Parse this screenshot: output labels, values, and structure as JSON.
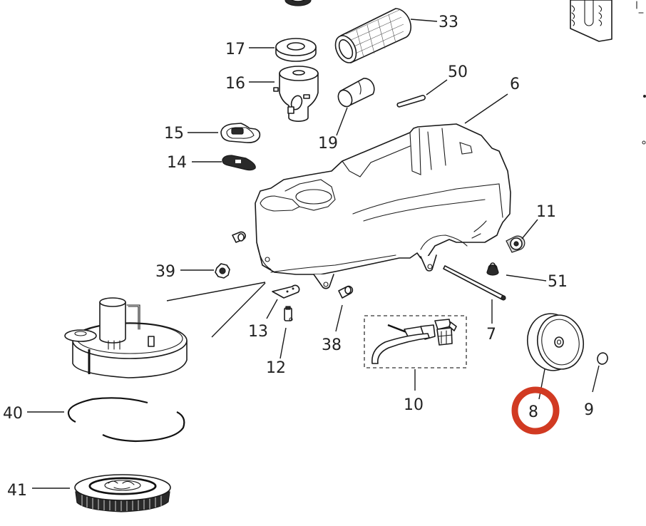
{
  "diagram": {
    "title": "Exploded parts diagram",
    "highlight_color": "#d13a22",
    "highlighted_part": "8",
    "parts": [
      {
        "id": "33",
        "label": "33",
        "name": "filter-cartridge"
      },
      {
        "id": "17",
        "label": "17",
        "name": "motor-gasket-ring"
      },
      {
        "id": "16",
        "label": "16",
        "name": "vacuum-motor"
      },
      {
        "id": "50",
        "label": "50",
        "name": "pin"
      },
      {
        "id": "6",
        "label": "6",
        "name": "main-body-housing"
      },
      {
        "id": "19",
        "label": "19",
        "name": "hose-connector"
      },
      {
        "id": "15",
        "label": "15",
        "name": "gasket-frame"
      },
      {
        "id": "14",
        "label": "14",
        "name": "pad"
      },
      {
        "id": "11",
        "label": "11",
        "name": "bushing"
      },
      {
        "id": "39",
        "label": "39",
        "name": "knob-nut"
      },
      {
        "id": "51",
        "label": "51",
        "name": "cap-nut"
      },
      {
        "id": "13",
        "label": "13",
        "name": "bracket-plate"
      },
      {
        "id": "7",
        "label": "7",
        "name": "axle"
      },
      {
        "id": "38",
        "label": "38",
        "name": "spacer"
      },
      {
        "id": "12",
        "label": "12",
        "name": "clamp"
      },
      {
        "id": "10",
        "label": "10",
        "name": "pump-assembly"
      },
      {
        "id": "8",
        "label": "8",
        "name": "wheel"
      },
      {
        "id": "9",
        "label": "9",
        "name": "hub-cap"
      },
      {
        "id": "40",
        "label": "40",
        "name": "split-ring"
      },
      {
        "id": "41",
        "label": "41",
        "name": "brush"
      }
    ]
  }
}
